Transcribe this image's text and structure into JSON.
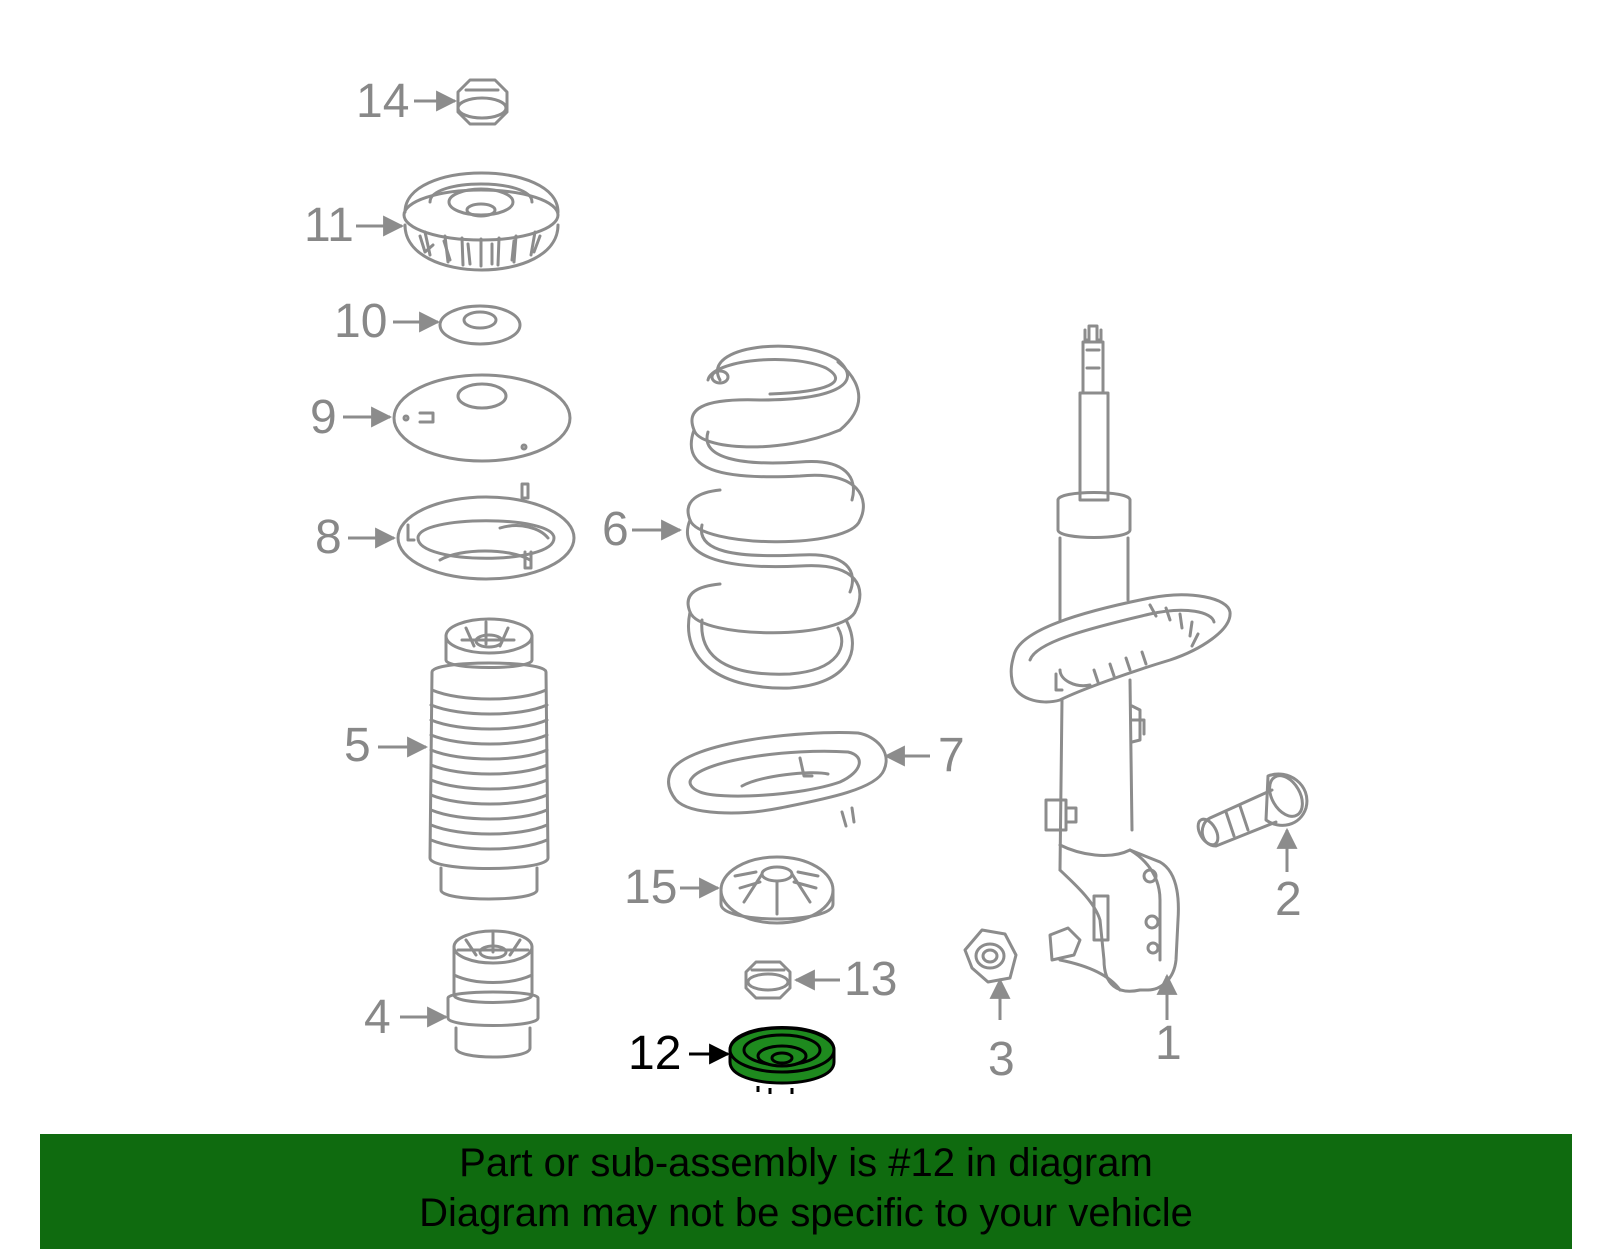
{
  "diagram": {
    "callouts": [
      {
        "id": "1",
        "label": "1"
      },
      {
        "id": "2",
        "label": "2"
      },
      {
        "id": "3",
        "label": "3"
      },
      {
        "id": "4",
        "label": "4"
      },
      {
        "id": "5",
        "label": "5"
      },
      {
        "id": "6",
        "label": "6"
      },
      {
        "id": "7",
        "label": "7"
      },
      {
        "id": "8",
        "label": "8"
      },
      {
        "id": "9",
        "label": "9"
      },
      {
        "id": "10",
        "label": "10"
      },
      {
        "id": "11",
        "label": "11"
      },
      {
        "id": "12",
        "label": "12"
      },
      {
        "id": "13",
        "label": "13"
      },
      {
        "id": "14",
        "label": "14"
      },
      {
        "id": "15",
        "label": "15"
      }
    ],
    "highlighted_part": "12",
    "colors": {
      "line": "#8c8c8c",
      "label": "#888888",
      "highlight_fill": "#1e8a1e",
      "highlight_label": "#000000",
      "banner_bg": "#0f6b0f"
    }
  },
  "banner": {
    "line1": "Part or sub-assembly is #12 in diagram",
    "line2": "Diagram may not be specific to your vehicle"
  }
}
